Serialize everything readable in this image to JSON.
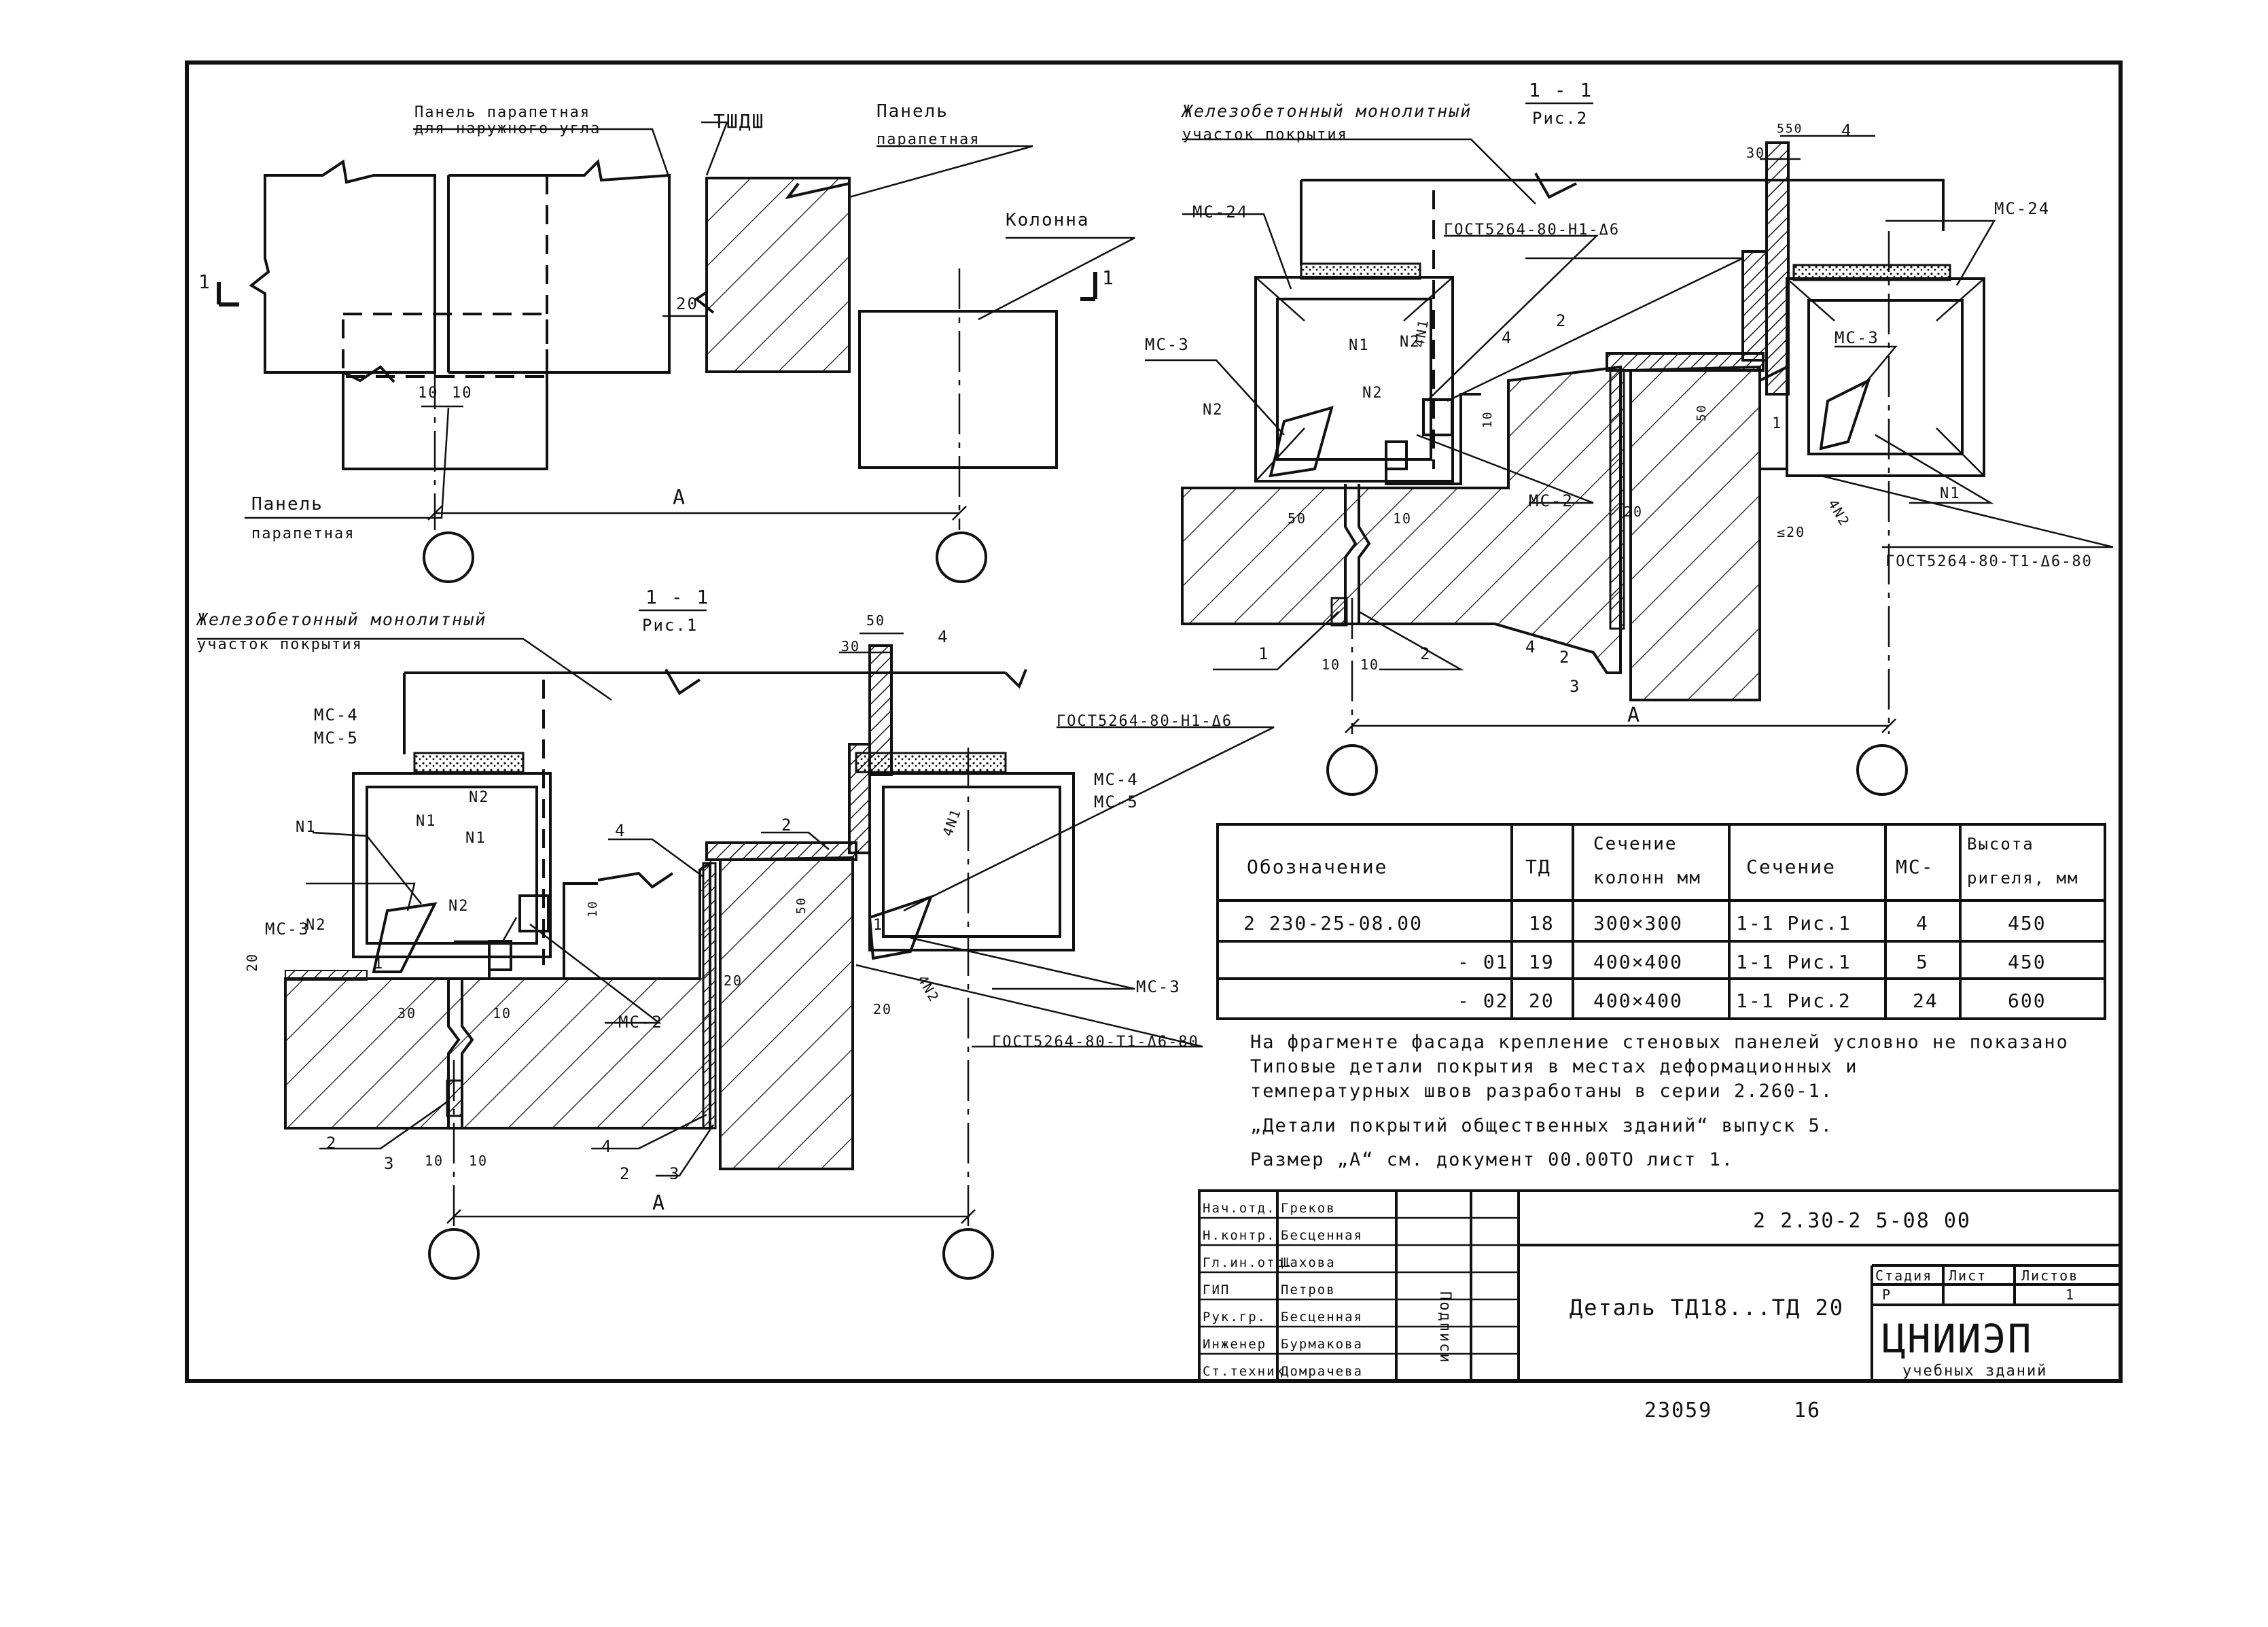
{
  "fig_top": {
    "outer_corner_panel": "Панель парапетная\nдля наружного угла",
    "joint_label": "ТШДШ",
    "parapet_panel_right": "Панель\nпарапетная",
    "column": "Колонна",
    "parapet_panel_bottom": "Панель\nпарапетная",
    "section_mark": "1",
    "dim_a": "А",
    "dim_20": "20",
    "dim_10a": "10",
    "dim_10b": "10"
  },
  "fig_rc1": {
    "title_line1": "Железобетонный монолитный",
    "title_line2": "участок покрытия",
    "section_num": "1 - 1",
    "section_ref": "Рис.1",
    "labels": {
      "mc4_mc5_left": "МС-4\nМС-5",
      "mc4_mc5_right": "МС-4\nМС-5",
      "n1a": "N1",
      "n1b": "N1",
      "n1c": "N1",
      "n2a": "N2",
      "n2b": "N2",
      "n2c": "N2",
      "mc3_left": "МС-3",
      "mc3_right": "МС-3",
      "mc2": "МС-2",
      "gost_top": "ГОСТ5264-80-Н1-Δ6",
      "gost_bottom": "ГОСТ5264-80-Т1-Δ6-80",
      "weld_4n1": "4N1",
      "weld_4n2": "4N2",
      "num_1": "1",
      "num_2a": "2",
      "num_2b": "2",
      "num_2c": "2",
      "num_3a": "3",
      "num_3b": "3",
      "num_4a": "4",
      "num_4b": "4",
      "num_4c": "4",
      "d50": "50",
      "d30": "30",
      "d20a": "20",
      "d20b": "20",
      "d20c": "20",
      "d10a": "10",
      "d10b": "10",
      "d10c": "10",
      "d10d": "10",
      "d30b": "30",
      "d50b": "50",
      "dim_a": "А",
      "stress_1": "1"
    }
  },
  "fig_rc2": {
    "title_line1": "Железобетонный монолитный",
    "title_line2": "участок покрытия",
    "section_num": "1 - 1",
    "section_ref": "Рис.2",
    "labels": {
      "mc24_left": "МС-24",
      "mc24_right": "МС-24",
      "mc3_left": "МС-3",
      "mc3_right": "МС-3",
      "mc2": "МС-2",
      "gost_top": "ГОСТ5264-80-Н1-Δ6",
      "gost_bottom": "ГОСТ5264-80-Т1-Δ6-80",
      "n1a": "N1",
      "n1b": "N1",
      "n2a": "N2",
      "n2b": "N2",
      "n2c": "N2",
      "weld_4n1": "4N1",
      "weld_4n2": "4N2",
      "num_1": "1",
      "num_2a": "2",
      "num_2b": "2",
      "num_2c": "2",
      "num_3": "3",
      "num_4a": "4",
      "num_4b": "4",
      "num_4c": "4",
      "d30": "30",
      "d550": "550",
      "d50": "50",
      "d50b": "50",
      "d10a": "10",
      "d10b": "10",
      "d10c": "10",
      "d10d": "10",
      "d20": "20",
      "d220": "≤20",
      "dim_a": "А",
      "stress_1": "1"
    }
  },
  "table": {
    "headers": [
      "Обозначение",
      "ТД",
      "Сечение\nколонн мм",
      "Сечение",
      "МС-",
      "Высота\nригеля, мм"
    ],
    "rows": [
      [
        "2 230-25-08.00",
        "18",
        "300×300",
        "1-1 Рис.1",
        "4",
        "450"
      ],
      [
        "- 01",
        "19",
        "400×400",
        "1-1 Рис.1",
        "5",
        "450"
      ],
      [
        "- 02",
        "20",
        "400×400",
        "1-1 Рис.2",
        "24",
        "600"
      ]
    ]
  },
  "notes": [
    "На фрагменте фасада крепление стеновых панелей условно не показано",
    "Типовые детали покрытия в местах деформационных и",
    "температурных швов разработаны в серии 2.260-1.",
    "„Детали покрытий общественных зданий“ выпуск 5.",
    "Размер „А“ см. документ 00.00ТО лист 1."
  ],
  "title_block": {
    "doc_code": "2 2.30-2 5-08 00",
    "title": "Деталь ТД18...ТД 20",
    "stage_h": "Стадия",
    "sheet_h": "Лист",
    "sheets_h": "Листов",
    "stage": "Р",
    "sheet": "",
    "sheets": "1",
    "org_big": "ЦНИИЭП",
    "org_small": "учебных зданий",
    "signature_label": "Подписи",
    "staff": [
      {
        "role": "Нач.отд.",
        "name": "Греков"
      },
      {
        "role": "Н.контр.",
        "name": "Бесценная"
      },
      {
        "role": "Гл.ин.отд.",
        "name": "Шахова"
      },
      {
        "role": "ГИП",
        "name": "Петров"
      },
      {
        "role": "Рук.гр.",
        "name": "Бесценная"
      },
      {
        "role": "Инженер",
        "name": "Бурмакова"
      },
      {
        "role": "Ст.техник",
        "name": "Домрачева"
      }
    ]
  },
  "footer": {
    "archive_no": "23059",
    "page_no": "16"
  }
}
